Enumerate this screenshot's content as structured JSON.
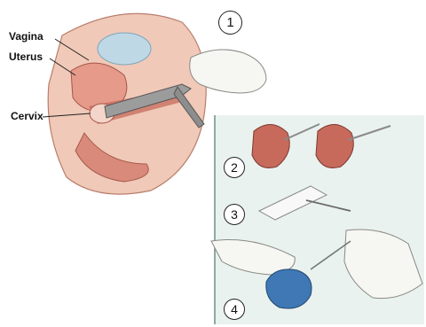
{
  "labels": {
    "vagina": "Vagina",
    "uterus": "Uterus",
    "cervix": "Cervix"
  },
  "steps": [
    "1",
    "2",
    "3",
    "4"
  ],
  "colors": {
    "tissue": "#f0c9b8",
    "tissue_dark": "#c76a5c",
    "panel_bg": "#e9f2ef",
    "glove": "#f6f6f2",
    "speculum": "#9c9c9c",
    "container": "#3f78b5",
    "panel_border": "#6e8f86"
  }
}
